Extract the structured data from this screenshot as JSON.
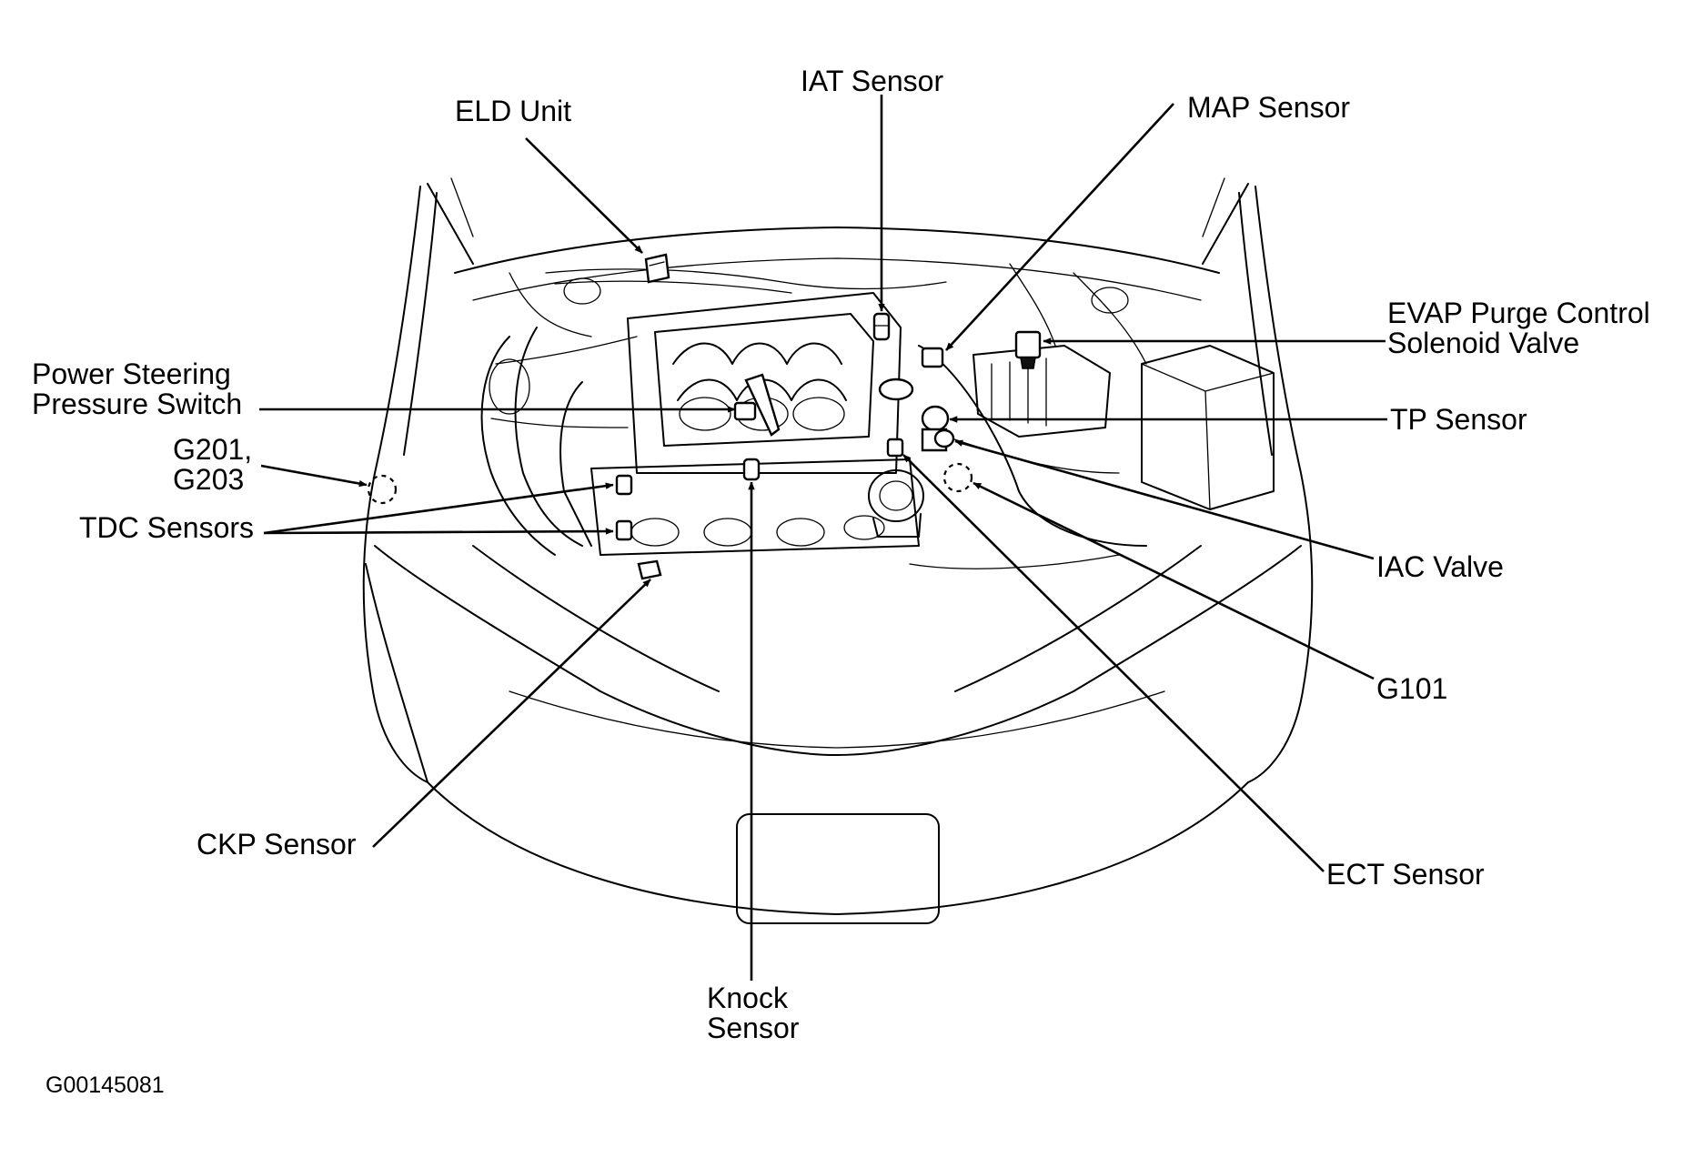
{
  "labels": {
    "eld_unit": "ELD Unit",
    "iat_sensor": "IAT Sensor",
    "map_sensor": "MAP Sensor",
    "evap_line1": "EVAP Purge Control",
    "evap_line2": "Solenoid Valve",
    "ps_line1": "Power Steering",
    "ps_line2": "Pressure Switch",
    "g201_line1": "G201,",
    "g201_line2": "G203",
    "tdc_sensors": "TDC Sensors",
    "tp_sensor": "TP Sensor",
    "iac_valve": "IAC Valve",
    "g101": "G101",
    "ckp_sensor": "CKP Sensor",
    "ect_sensor": "ECT Sensor",
    "knock_line1": "Knock",
    "knock_line2": "Sensor"
  },
  "figure_id": "G00145081"
}
